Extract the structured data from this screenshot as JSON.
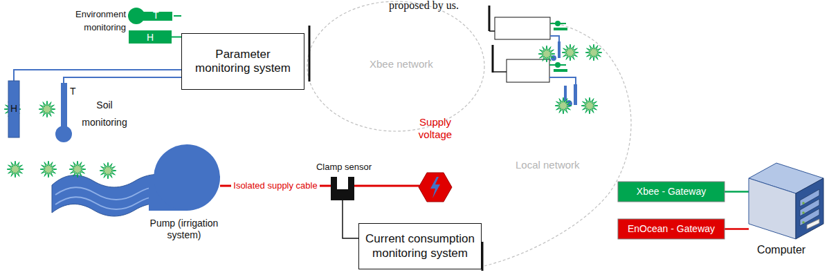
{
  "diagram": {
    "nodes": [
      {
        "text": [
          "T"
        ]
      },
      {
        "text": [
          "H"
        ]
      },
      {
        "text": [
          "Parameter monitoring system"
        ]
      },
      {
        "text": [
          "H"
        ]
      },
      {
        "text": [
          "T"
        ]
      },
      {
        "text": [
          "Pump (irrigation system)"
        ]
      },
      {
        "text": [
          "Clamp sensor"
        ]
      },
      {
        "text": [
          "Supply voltage"
        ]
      },
      {
        "text": [
          "Current consumption monitoring system"
        ]
      },
      {
        "text": [
          "Xbee - Gateway"
        ]
      },
      {
        "text": [
          "EnOcean - Gateway"
        ]
      },
      {
        "text": [
          "Computer"
        ]
      }
    ],
    "edges": [
      {
        "from": 0,
        "to": 2,
        "arrow": "none"
      },
      {
        "from": 1,
        "to": 2,
        "arrow": "none"
      },
      {
        "from": 3,
        "to": 2,
        "arrow": "none"
      },
      {
        "from": 4,
        "to": 2,
        "arrow": "none"
      },
      {
        "from": 5,
        "to": 6,
        "label": "Isolated supply cable",
        "arrow": "none"
      },
      {
        "from": 6,
        "to": 7,
        "arrow": "none"
      },
      {
        "from": 6,
        "to": 8,
        "arrow": "none"
      },
      {
        "from": 9,
        "to": 11,
        "arrow": "none"
      },
      {
        "from": 10,
        "to": 11,
        "arrow": "none"
      }
    ],
    "labels": [
      "proposed by us.",
      "Environment monitoring",
      "Xbee network",
      "Soil monitoring",
      "Local network"
    ]
  }
}
